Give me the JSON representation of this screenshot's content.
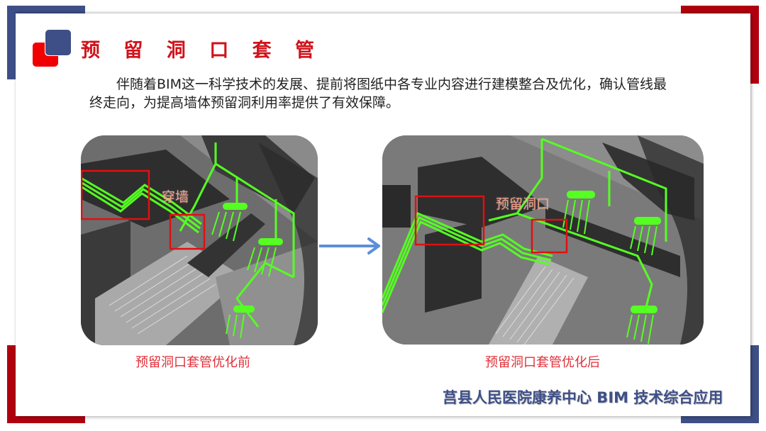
{
  "slide": {
    "title": "预 留 洞 口 套 管",
    "intro": "伴随着BIM这一科学技术的发展、提前将图纸中各专业内容进行建模整合及优化，确认管线最终走向，为提高墙体预留洞利用率提供了有效保障。",
    "footer": "莒县人民医院康养中心 BIM 技术综合应用"
  },
  "images": [
    {
      "annotation": "穿墙",
      "caption": "预留洞口套管优化前",
      "highlight_boxes": 2
    },
    {
      "annotation": "预留洞口",
      "caption": "预留洞口套管优化后",
      "highlight_boxes": 2
    }
  ],
  "colors": {
    "brand_blue": "#3e4f87",
    "brand_red": "#b00010",
    "title_red": "#d0121b",
    "pipe_green": "#4cff1a",
    "highlight_red": "#e01010",
    "arrow_blue": "#5b8fd9"
  }
}
